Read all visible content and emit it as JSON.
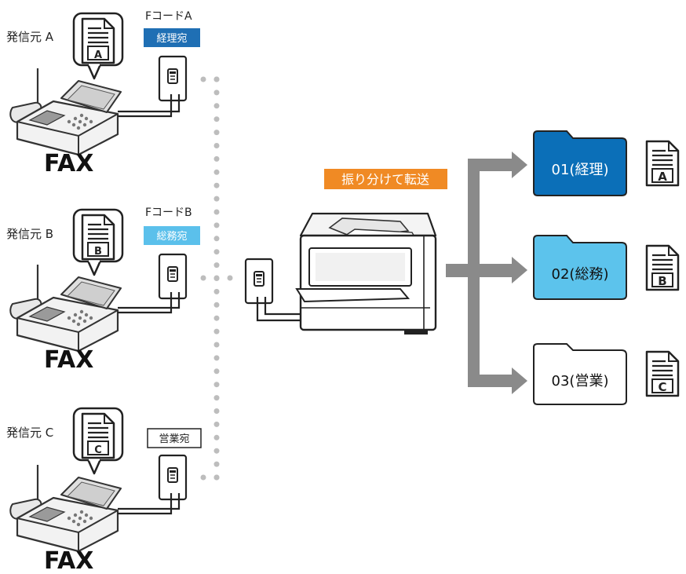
{
  "senders": [
    {
      "source_label": "発信元 A",
      "doc_letter": "A",
      "fcode_label": "FコードA",
      "tag": "経理宛",
      "device": "FAX"
    },
    {
      "source_label": "発信元 B",
      "doc_letter": "B",
      "fcode_label": "FコードB",
      "tag": "総務宛",
      "device": "FAX"
    },
    {
      "source_label": "発信元 C",
      "doc_letter": "C",
      "fcode_label": "",
      "tag": "営業宛",
      "device": "FAX"
    }
  ],
  "action_label": "振り分けて転送",
  "folders": [
    {
      "label": "01(経理)",
      "doc_letter": "A"
    },
    {
      "label": "02(総務)",
      "doc_letter": "B"
    },
    {
      "label": "03(営業)",
      "doc_letter": "C"
    }
  ],
  "colors": {
    "tag_a": "#1f6fb4",
    "tag_b": "#5bc0eb",
    "tag_c": "#ffffff",
    "action_bg": "#f08a24",
    "folder_1": "#0b6fb8",
    "folder_2": "#5cc3ec",
    "folder_3": "#ffffff",
    "arrow": "#8a8a8a",
    "dots": "#bdbdbd"
  },
  "icons": {
    "fax": "fax-machine-icon",
    "wall_jack": "phone-jack-icon",
    "printer": "multifunction-printer-icon",
    "folder": "folder-icon",
    "document": "document-icon"
  }
}
